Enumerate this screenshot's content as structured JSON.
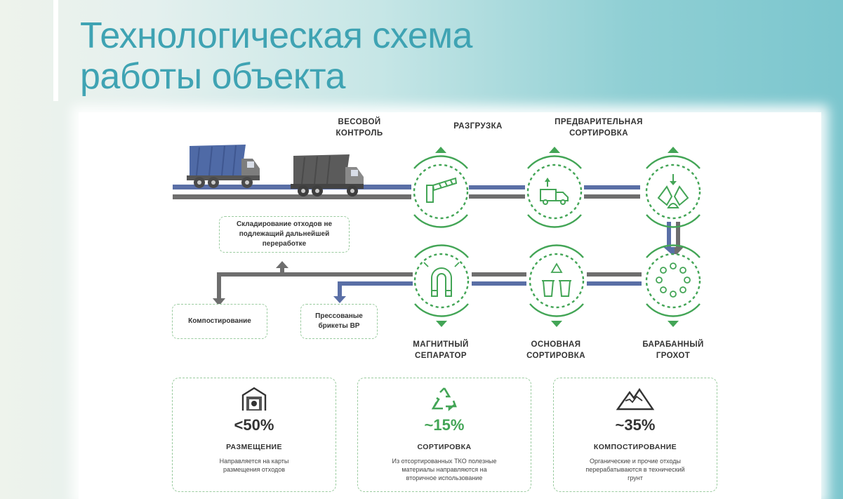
{
  "title": {
    "line1": "Технологическая схема",
    "line2": "работы объекта"
  },
  "colors": {
    "title": "#3fa3b3",
    "green": "#43a556",
    "blue_line": "#5a6fa6",
    "gray_line": "#6e6e6e",
    "truck_blue": "#4f6aa6",
    "truck_gray": "#5b5b5b"
  },
  "steps": [
    {
      "icon": "barrier-gate-icon",
      "line1": "ВЕСОВОЙ",
      "line2": "КОНТРОЛЬ"
    },
    {
      "icon": "truck-unloading-icon",
      "line1": "РАЗГРУЗКА",
      "line2": ""
    },
    {
      "icon": "pre-sorting-icon",
      "line1": "ПРЕДВАРИТЕЛЬНАЯ",
      "line2": "СОРТИРОВКА"
    },
    {
      "icon": "drum-screen-icon",
      "line1": "БАРАБАННЫЙ",
      "line2": "ГРОХОТ"
    },
    {
      "icon": "recycle-bins-icon",
      "line1": "ОСНОВНАЯ",
      "line2": "СОРТИРОВКА"
    },
    {
      "icon": "magnet-icon",
      "line1": "МАГНИТНЫЙ",
      "line2": "СЕПАРАТОР"
    }
  ],
  "outputs": {
    "storage": {
      "line1": "Складирование отходов не",
      "line2": "подлежащий дальнейшей",
      "line3": "переработке"
    },
    "compost": {
      "text": "Компостирование"
    },
    "briquettes": {
      "line1": "Прессованые",
      "line2": "брикеты ВР"
    }
  },
  "cards": [
    {
      "icon": "landfill-icon",
      "pct": "<50%",
      "name": "РАЗМЕЩЕНИЕ",
      "desc1": "Направляется на карты",
      "desc2": "размещения отходов",
      "desc3": ""
    },
    {
      "icon": "recycle-icon",
      "pct": "~15%",
      "name": "СОРТИРОВКА",
      "desc1": "Из отсортированных ТКО полезные",
      "desc2": "материалы направляются на",
      "desc3": "вторичное использование"
    },
    {
      "icon": "mountain-icon",
      "pct": "~35%",
      "name": "КОМПОСТИРОВАНИЕ",
      "desc1": "Органические и прочие отходы",
      "desc2": "перерабатываются в технический",
      "desc3": "грунт"
    }
  ]
}
